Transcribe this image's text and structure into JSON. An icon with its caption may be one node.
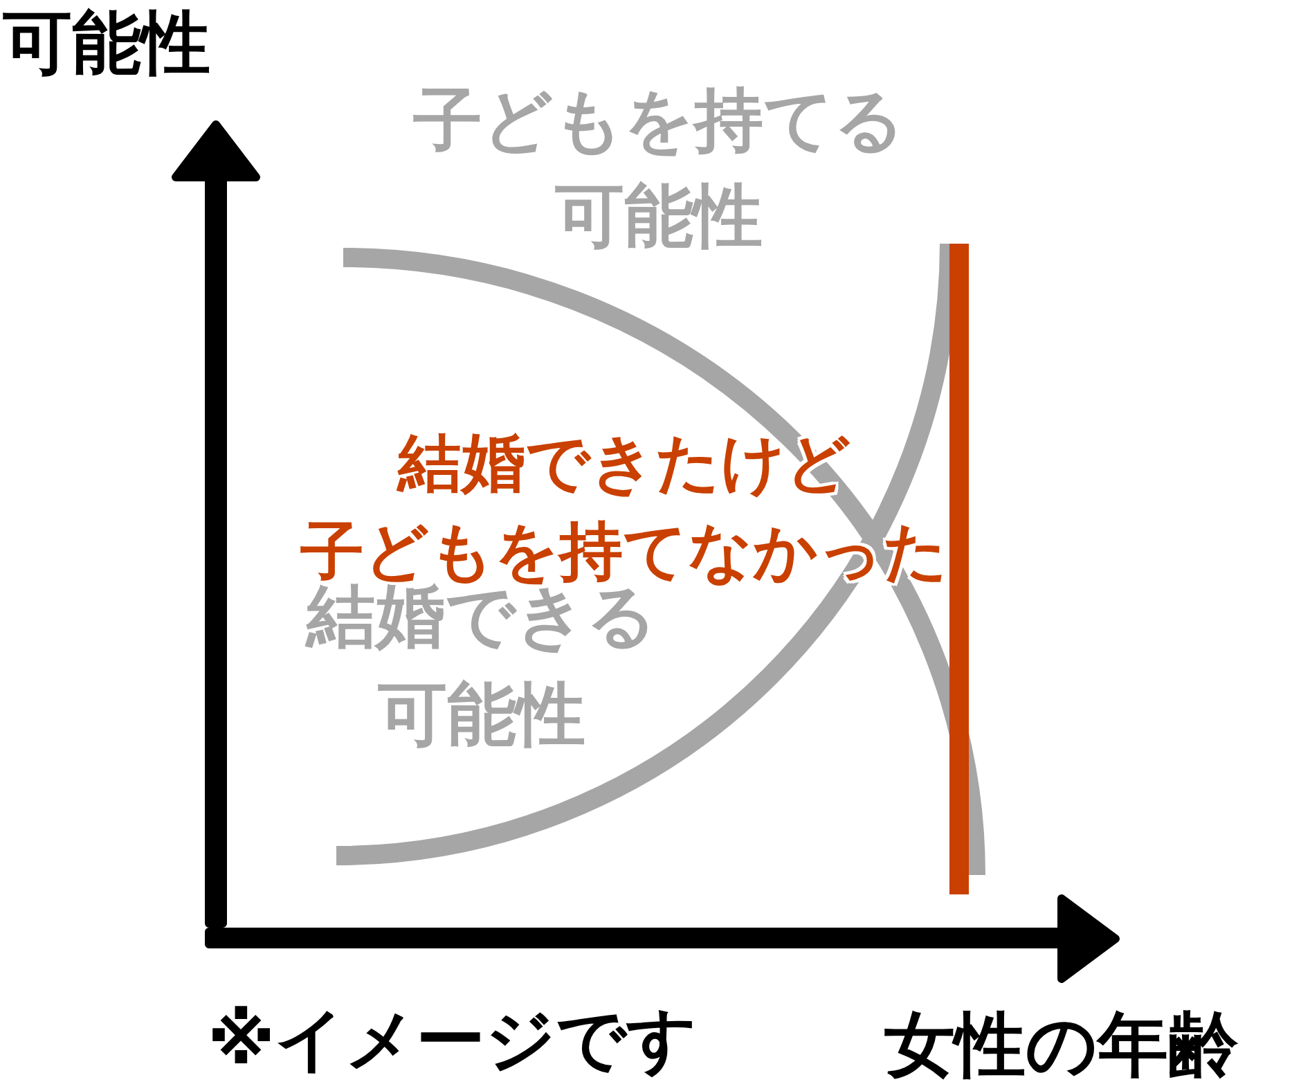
{
  "diagram": {
    "labels": [
      "可能性",
      "子どもを持てる可能性",
      "結婚できたけど子どもを持てなかった",
      "結婚できる可能性",
      "※イメージです",
      "女性の年齢"
    ]
  }
}
